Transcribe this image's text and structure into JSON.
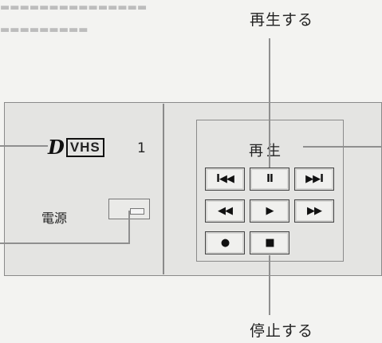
{
  "callouts": {
    "top": "再生する",
    "bottom": "停止する"
  },
  "device": {
    "logo_d": "D",
    "logo_vhs": "VHS",
    "logo_number": "1",
    "power_label": "電源",
    "play_section_label": "再生"
  },
  "buttons": {
    "row1": [
      "I◀◀",
      "II",
      "▶▶I"
    ],
    "row2": [
      "◀◀",
      "▶",
      "▶▶"
    ],
    "row3": [
      "●",
      "■"
    ]
  },
  "icons": {
    "row1": [
      "skip-back-icon",
      "pause-icon",
      "skip-forward-icon"
    ],
    "row2": [
      "rewind-icon",
      "play-icon",
      "fast-forward-icon"
    ],
    "row3": [
      "record-icon",
      "stop-icon"
    ]
  }
}
